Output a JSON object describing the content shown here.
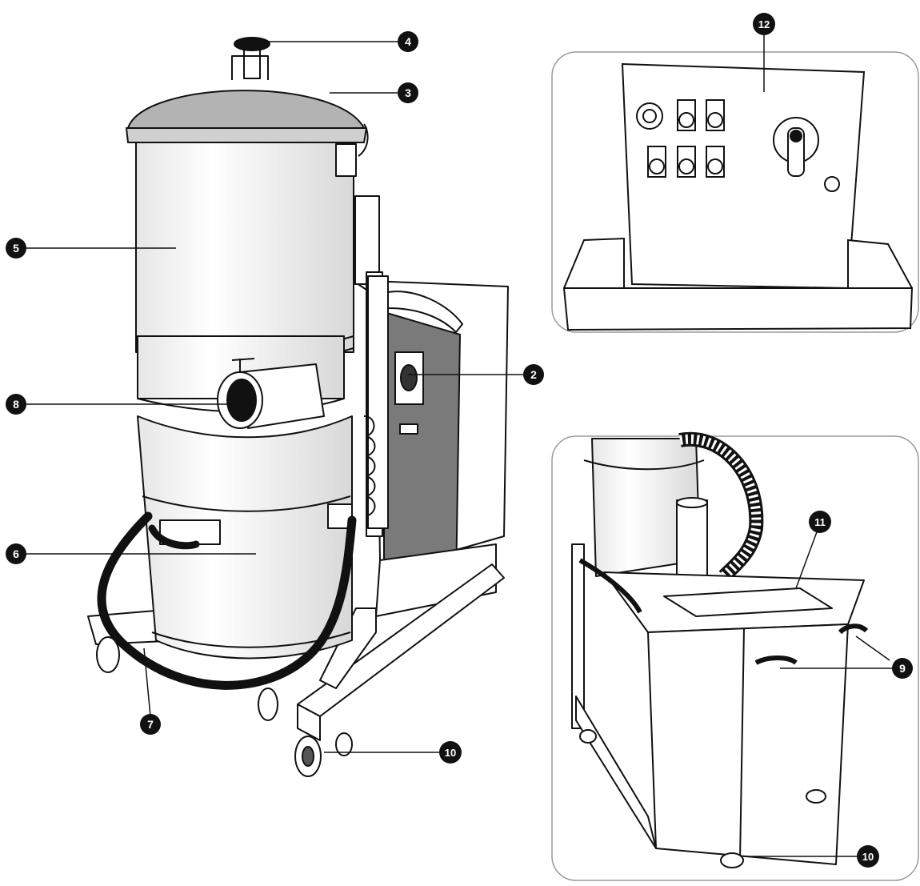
{
  "callouts": [
    {
      "id": "c2",
      "label": "2"
    },
    {
      "id": "c3",
      "label": "3"
    },
    {
      "id": "c4",
      "label": "4"
    },
    {
      "id": "c5",
      "label": "5"
    },
    {
      "id": "c6",
      "label": "6"
    },
    {
      "id": "c7",
      "label": "7"
    },
    {
      "id": "c8",
      "label": "8"
    },
    {
      "id": "c9",
      "label": "9"
    },
    {
      "id": "c10a",
      "label": "10"
    },
    {
      "id": "c10b",
      "label": "10"
    },
    {
      "id": "c11",
      "label": "11"
    },
    {
      "id": "c12",
      "label": "12"
    }
  ],
  "colors": {
    "ink": "#111111",
    "metal": "#f2f2f2",
    "lid": "#b3b3b3",
    "panel": "#7a7a7a",
    "callout_fill": "#111111",
    "callout_text": "#ffffff"
  }
}
